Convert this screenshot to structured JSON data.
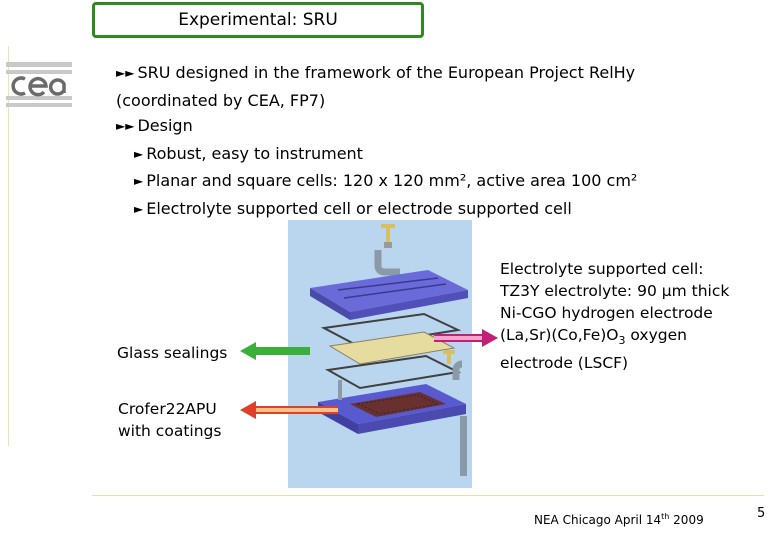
{
  "title": "Experimental: SRU",
  "logo_text": "cea",
  "bullets": {
    "b1_line1": "SRU designed in the framework of the European Project RelHy",
    "b1_line2": "(coordinated by CEA, FP7)",
    "b2": "Design",
    "sub1": "Robust, easy to instrument",
    "sub2": "Planar and square cells: 120 x 120 mm², active area 100 cm²",
    "sub3": "Electrolyte supported cell or electrode supported cell"
  },
  "caption_right": {
    "l1": "Electrolyte supported cell:",
    "l2": "TZ3Y electrolyte: 90 µm thick",
    "l3": "Ni-CGO hydrogen electrode",
    "l4_pre": "(La,Sr)(Co,Fe)O",
    "l4_sub": "3",
    "l4_post": " oxygen",
    "l5": "electrode (LSCF)"
  },
  "glass_label": "Glass sealings",
  "crofer": {
    "l1": "Crofer22APU",
    "l2": "with coatings"
  },
  "footer": {
    "pre": "NEA Chicago April 14",
    "sup": "th",
    "post": " 2009"
  },
  "page_number": "5",
  "colors": {
    "title_border": "#2f8a1e",
    "green_arrow": "#3ab03a",
    "red_arrow": "#e0402a",
    "magenta_arrow": "#c0207a",
    "figure_bg": "#b9d6ee"
  }
}
